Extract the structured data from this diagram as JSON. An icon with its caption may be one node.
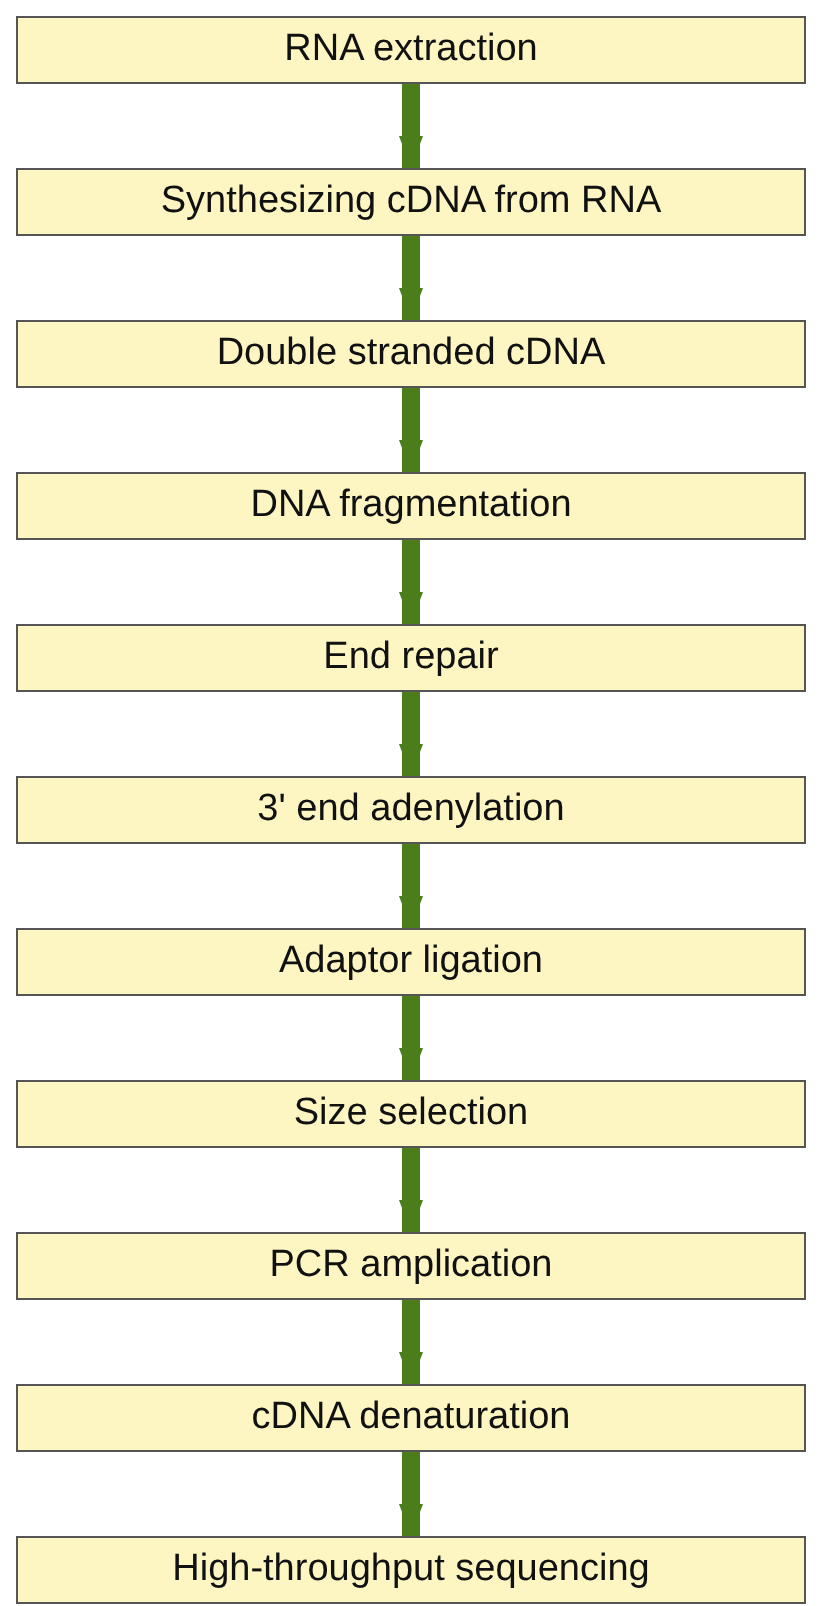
{
  "diagram": {
    "nodes": [
      {
        "text": [
          "RNA extraction"
        ]
      },
      {
        "text": [
          "Synthesizing cDNA from RNA"
        ]
      },
      {
        "text": [
          "Double stranded cDNA"
        ]
      },
      {
        "text": [
          "DNA fragmentation"
        ]
      },
      {
        "text": [
          "End repair"
        ]
      },
      {
        "text": [
          "3' end adenylation"
        ]
      },
      {
        "text": [
          "Adaptor ligation"
        ]
      },
      {
        "text": [
          "Size selection"
        ]
      },
      {
        "text": [
          "PCR amplication"
        ]
      },
      {
        "text": [
          "cDNA denaturation"
        ]
      },
      {
        "text": [
          "High-throughput sequencing"
        ]
      }
    ],
    "edges": [
      {
        "from": 0,
        "to": 1,
        "arrow": "to"
      },
      {
        "from": 1,
        "to": 2,
        "arrow": "to"
      },
      {
        "from": 2,
        "to": 3,
        "arrow": "to"
      },
      {
        "from": 3,
        "to": 4,
        "arrow": "to"
      },
      {
        "from": 4,
        "to": 5,
        "arrow": "to"
      },
      {
        "from": 5,
        "to": 6,
        "arrow": "to"
      },
      {
        "from": 6,
        "to": 7,
        "arrow": "to"
      },
      {
        "from": 7,
        "to": 8,
        "arrow": "to"
      },
      {
        "from": 8,
        "to": 9,
        "arrow": "to"
      },
      {
        "from": 9,
        "to": 10,
        "arrow": "to"
      }
    ]
  }
}
